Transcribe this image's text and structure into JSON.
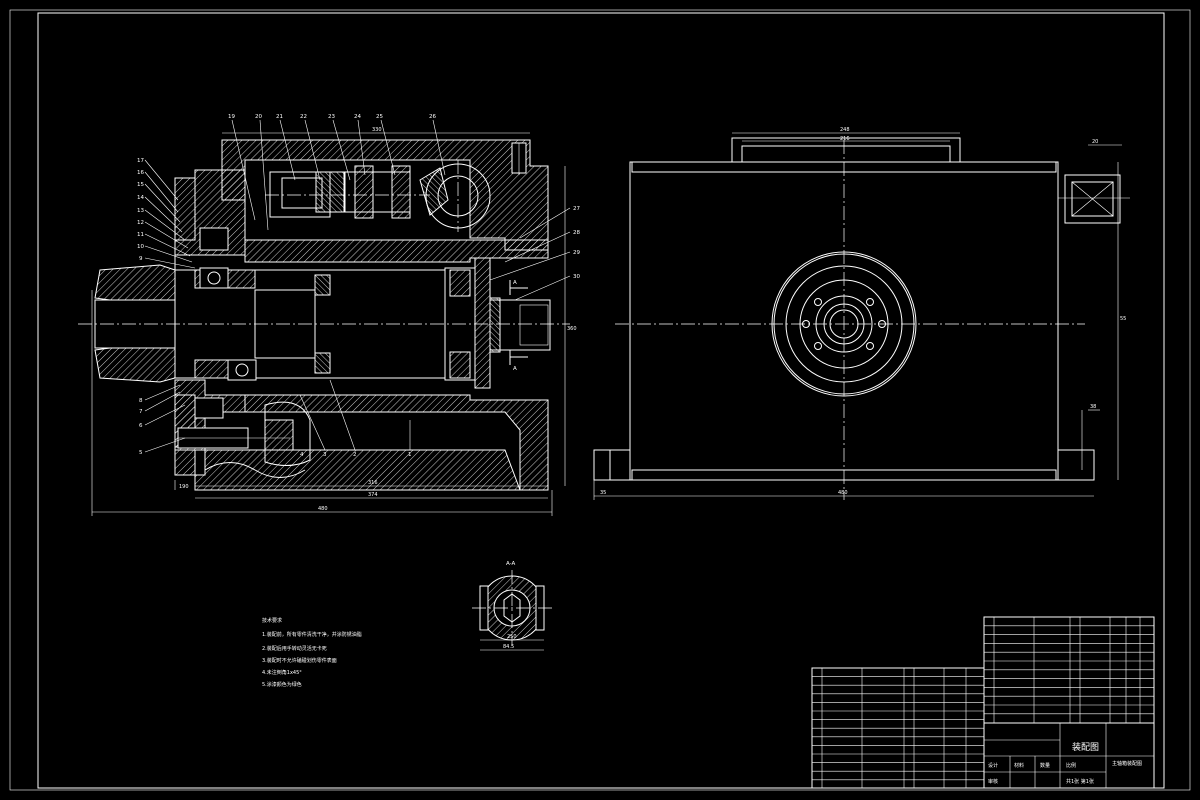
{
  "section_labels": [
    "A",
    "A",
    "A-A"
  ],
  "part_numbers": {
    "top": [
      "19",
      "20",
      "21",
      "22",
      "23",
      "24",
      "25",
      "26"
    ],
    "left": [
      "17",
      "16",
      "15",
      "14",
      "13",
      "12",
      "11",
      "10",
      "9",
      "8",
      "7",
      "6",
      "5"
    ],
    "right": [
      "27",
      "28",
      "29",
      "30"
    ],
    "bottom": [
      "4",
      "3",
      "2",
      "1"
    ]
  },
  "dimensions": {
    "side": [
      "316",
      "374",
      "480",
      "190",
      "330",
      "360"
    ],
    "front": [
      "248",
      "216",
      "480",
      "35",
      "20",
      "55",
      "38"
    ],
    "section": [
      "250",
      "84.5"
    ]
  },
  "notes": [
    "技术要求",
    "1.装配前，所有零件清洗干净，并涂防锈油脂",
    "2.装配后用手转动灵活无卡死",
    "3.装配时不允许磕碰划伤零件表面",
    "4.未注倒角1x45°",
    "5.涂漆颜色为绿色"
  ],
  "title_block": {
    "title": "装配图",
    "drawing_name": "主轴箱装配图",
    "scale_label": "比例",
    "material_label": "材料",
    "designer_label": "设计",
    "checker_label": "审核",
    "quantity_label": "数量",
    "sheet_label": "共1张 第1张"
  }
}
